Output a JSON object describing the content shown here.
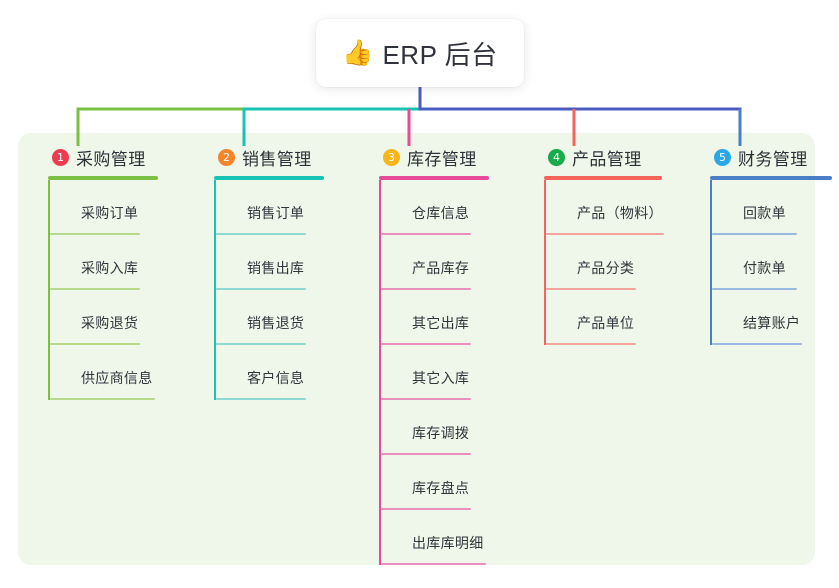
{
  "root": {
    "emoji": "👍",
    "emoji_name": "thumbs-up-icon",
    "title": "ERP 后台"
  },
  "theme": {
    "panel_bg": "#eef7e9",
    "page_bg": "#ffffff",
    "root_connector": "#4b5bc0",
    "text": "#2f3139"
  },
  "columns": [
    {
      "index": "1",
      "title": "采购管理",
      "badge_color": "#ef3b52",
      "line_color": "#7ac143",
      "leaf_line_color": "#b6d98c",
      "leaf_width": 92,
      "items": [
        {
          "label": "采购订单",
          "rule_width": 90
        },
        {
          "label": "采购入库",
          "rule_width": 90
        },
        {
          "label": "采购退货",
          "rule_width": 90
        },
        {
          "label": "供应商信息",
          "rule_width": 105
        }
      ]
    },
    {
      "index": "2",
      "title": "销售管理",
      "badge_color": "#f5842b",
      "line_color": "#17c3b2",
      "leaf_line_color": "#8fd9d2",
      "leaf_width": 92,
      "items": [
        {
          "label": "销售订单",
          "rule_width": 90
        },
        {
          "label": "销售出库",
          "rule_width": 90
        },
        {
          "label": "销售退货",
          "rule_width": 90
        },
        {
          "label": "客户信息",
          "rule_width": 90
        }
      ]
    },
    {
      "index": "3",
      "title": "库存管理",
      "badge_color": "#f7b519",
      "line_color": "#e84a9a",
      "leaf_line_color": "#eb8fbe",
      "leaf_width": 92,
      "items": [
        {
          "label": "仓库信息",
          "rule_width": 90
        },
        {
          "label": "产品库存",
          "rule_width": 90
        },
        {
          "label": "其它出库",
          "rule_width": 90
        },
        {
          "label": "其它入库",
          "rule_width": 90
        },
        {
          "label": "库存调拨",
          "rule_width": 90
        },
        {
          "label": "库存盘点",
          "rule_width": 90
        },
        {
          "label": "出库库明细",
          "rule_width": 105
        }
      ]
    },
    {
      "index": "4",
      "title": "产品管理",
      "badge_color": "#17ab4c",
      "line_color": "#f4645a",
      "leaf_line_color": "#f2a49c",
      "leaf_width": 110,
      "items": [
        {
          "label": "产品（物料）",
          "rule_width": 118
        },
        {
          "label": "产品分类",
          "rule_width": 90
        },
        {
          "label": "产品单位",
          "rule_width": 90
        }
      ]
    },
    {
      "index": "5",
      "title": "财务管理",
      "badge_color": "#2aa7e8",
      "line_color": "#4a7ec7",
      "leaf_line_color": "#9ab9e0",
      "leaf_width": 92,
      "items": [
        {
          "label": "回款单",
          "rule_width": 85
        },
        {
          "label": "付款单",
          "rule_width": 85
        },
        {
          "label": "结算账户",
          "rule_width": 90
        }
      ]
    }
  ]
}
